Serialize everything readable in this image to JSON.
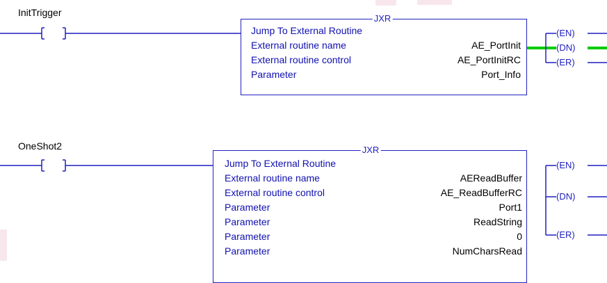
{
  "colors": {
    "wire": "#1f1fbf",
    "energized": "#00cc00",
    "text": "#000000",
    "param_text": "#1010b0"
  },
  "rungs": [
    {
      "contact_label": "InitTrigger",
      "instruction": "JXR",
      "title": "Jump To External Routine",
      "params": [
        {
          "name": "External routine name",
          "value": "AE_PortInit"
        },
        {
          "name": "External routine control",
          "value": "AE_PortInitRC"
        },
        {
          "name": "Parameter",
          "value": "Port_Info"
        }
      ],
      "outputs": [
        "EN",
        "DN",
        "ER"
      ],
      "energized_output": "DN"
    },
    {
      "contact_label": "OneShot2",
      "instruction": "JXR",
      "title": "Jump To External Routine",
      "params": [
        {
          "name": "External routine name",
          "value": "AEReadBuffer"
        },
        {
          "name": "External routine control",
          "value": "AE_ReadBufferRC"
        },
        {
          "name": "Parameter",
          "value": "Port1"
        },
        {
          "name": "Parameter",
          "value": "ReadString"
        },
        {
          "name": "Parameter",
          "value": "0"
        },
        {
          "name": "Parameter",
          "value": "NumCharsRead"
        }
      ],
      "outputs": [
        "EN",
        "DN",
        "ER"
      ],
      "energized_output": ""
    }
  ]
}
